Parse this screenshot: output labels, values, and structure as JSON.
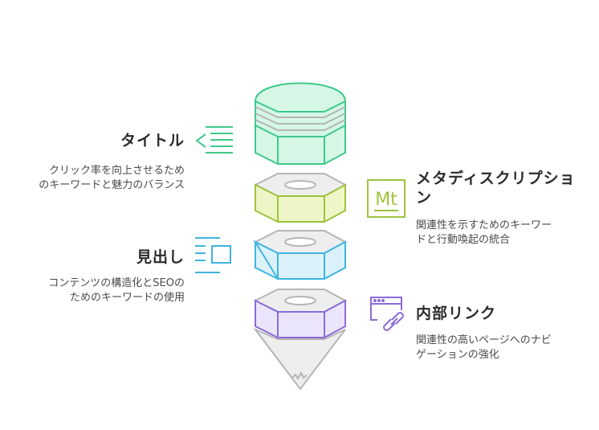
{
  "colors": {
    "green": "#3ec98a",
    "green_fill": "#d6f7e6",
    "gray_ring": "#b5b5b5",
    "gray_fill": "#eeeeee",
    "lime": "#9fc23e",
    "lime_fill": "#eef6c8",
    "blue": "#3eb5e0",
    "blue_fill": "#dcf2fb",
    "purple": "#8a6bd8",
    "purple_fill": "#ebe5fb",
    "text_dark": "#2b2b2b",
    "text_body": "#4a4a4a"
  },
  "items": [
    {
      "title": "タイトル",
      "desc_lines": [
        "クリック率を向上させるため",
        "のキーワードと魅力のバランス"
      ],
      "icon": "align-text-left-icon"
    },
    {
      "title": "メタディスクリプショ",
      "title2": "ン",
      "desc_lines": [
        "関連性を示すためのキーワー",
        "ドと行動喚起の統合"
      ],
      "icon": "mt-badge-icon",
      "icon_text": "Mt"
    },
    {
      "title": "見出し",
      "desc_lines": [
        "コンテンツの構造化とSEOの",
        "ためのキーワードの使用"
      ],
      "icon": "text-list-icon"
    },
    {
      "title": "内部リンク",
      "desc_lines": [
        "関連性の高いページへのナビ",
        "ゲーションの強化"
      ],
      "icon": "browser-link-icon"
    }
  ]
}
